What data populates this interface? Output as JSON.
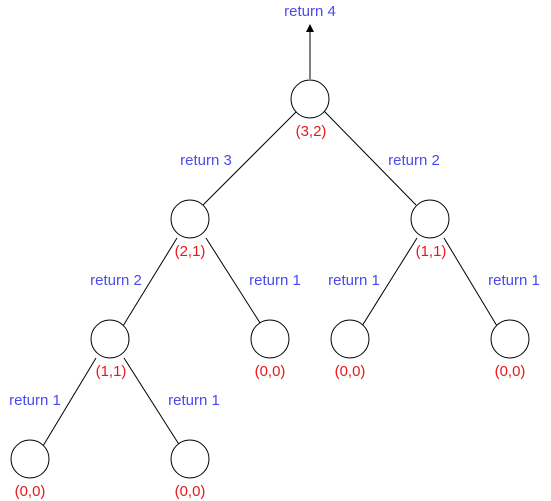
{
  "colors": {
    "return_label": "#4a4af0",
    "node_label": "#e8181b",
    "stroke": "#000000"
  },
  "top_return": "return 4",
  "nodes": [
    {
      "id": "n32",
      "label": "(3,2)"
    },
    {
      "id": "n21",
      "label": "(2,1)"
    },
    {
      "id": "n11r",
      "label": "(1,1)"
    },
    {
      "id": "n11l",
      "label": "(1,1)"
    },
    {
      "id": "n00a",
      "label": "(0,0)"
    },
    {
      "id": "n00b",
      "label": "(0,0)"
    },
    {
      "id": "n00c",
      "label": "(0,0)"
    },
    {
      "id": "n00d",
      "label": "(0,0)"
    },
    {
      "id": "n00e",
      "label": "(0,0)"
    }
  ],
  "edges": [
    {
      "from": "n32",
      "to": "n21",
      "label": "return 3"
    },
    {
      "from": "n32",
      "to": "n11r",
      "label": "return 2"
    },
    {
      "from": "n21",
      "to": "n11l",
      "label": "return 2"
    },
    {
      "from": "n21",
      "to": "n00a",
      "label": "return 1"
    },
    {
      "from": "n11r",
      "to": "n00b",
      "label": "return 1"
    },
    {
      "from": "n11r",
      "to": "n00c",
      "label": "return 1"
    },
    {
      "from": "n11l",
      "to": "n00d",
      "label": "return 1"
    },
    {
      "from": "n11l",
      "to": "n00e",
      "label": "return 1"
    }
  ]
}
